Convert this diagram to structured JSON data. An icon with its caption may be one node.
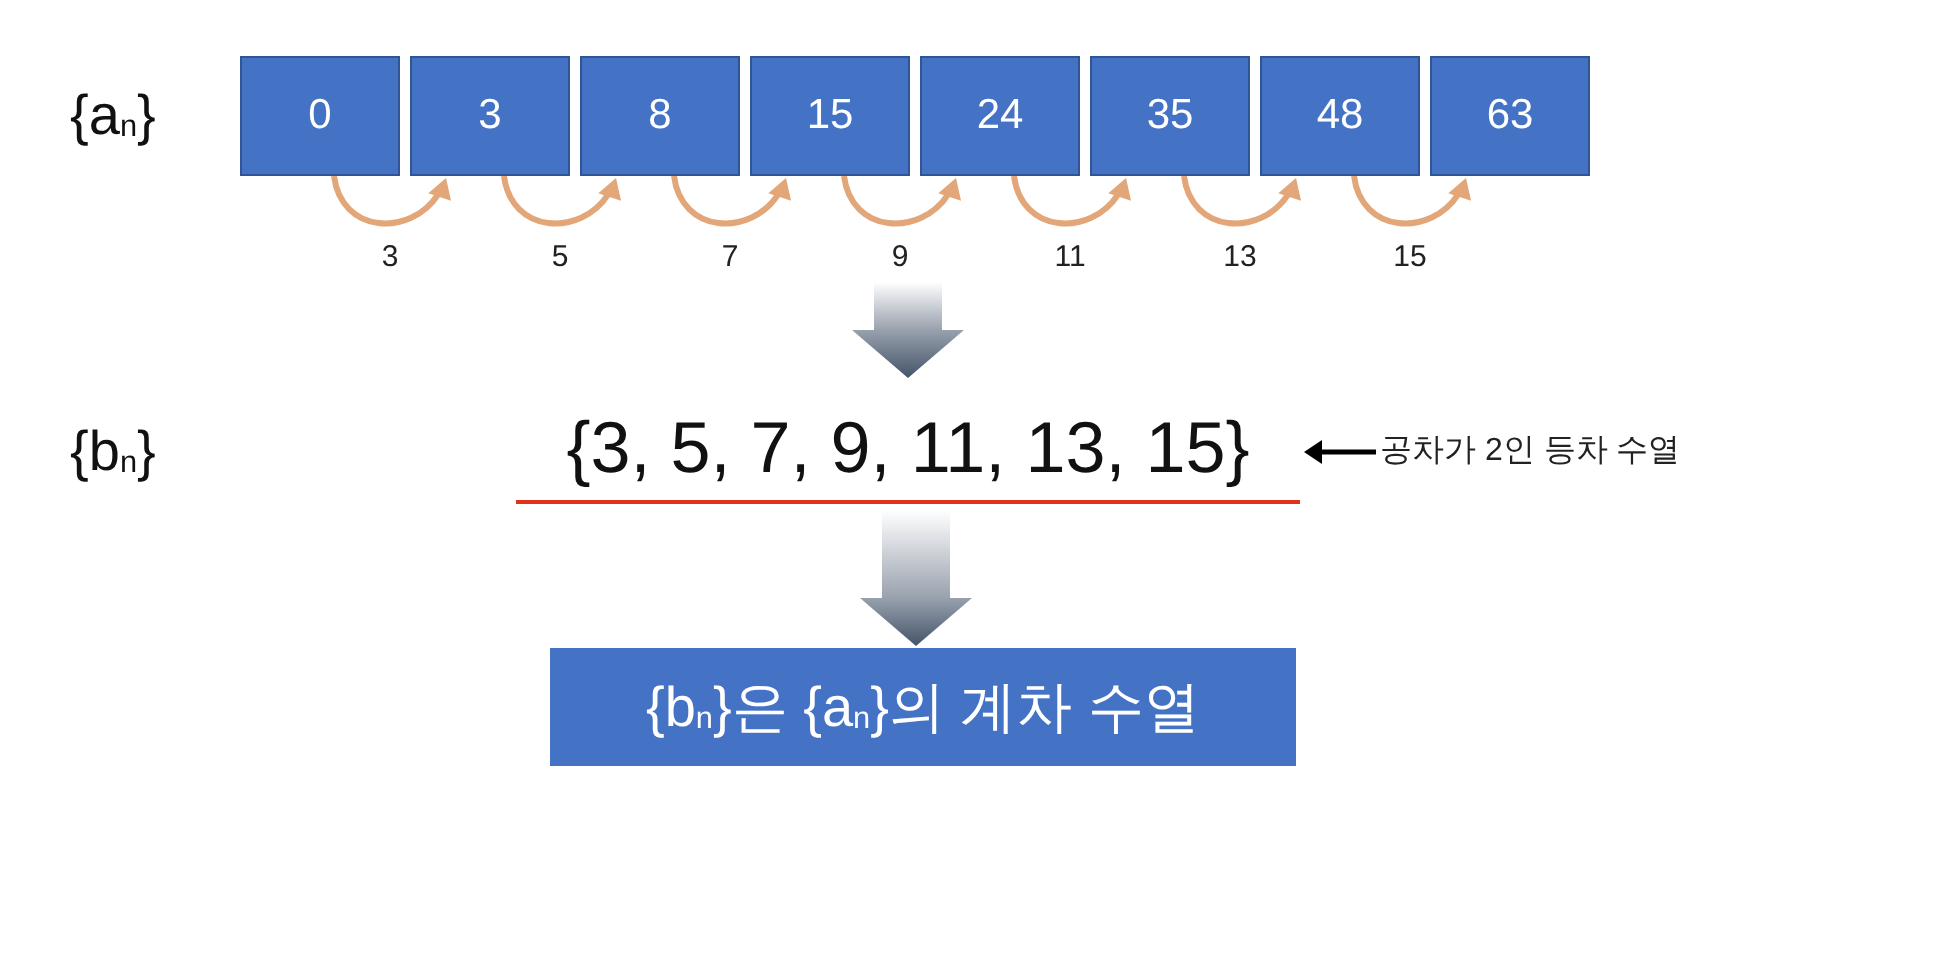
{
  "diagram": {
    "nodes": [
      {
        "text": [
          "0"
        ]
      },
      {
        "text": [
          "3"
        ]
      },
      {
        "text": [
          "8"
        ]
      },
      {
        "text": [
          "15"
        ]
      },
      {
        "text": [
          "24"
        ]
      },
      {
        "text": [
          "35"
        ]
      },
      {
        "text": [
          "48"
        ]
      },
      {
        "text": [
          "63"
        ]
      },
      {
        "text": [
          "{3, 5, 7, 9, 11, 13, 15}"
        ]
      },
      {
        "text": [
          "공차가 2인 등차 수열"
        ]
      },
      {
        "text": [
          "{b$_{n}$}은 {a$_{n}$}의 계차 수열"
        ]
      }
    ],
    "edges": [
      {
        "from": 0,
        "to": 1,
        "arrow": "to",
        "label": "3"
      },
      {
        "from": 1,
        "to": 2,
        "arrow": "to",
        "label": "5"
      },
      {
        "from": 2,
        "to": 3,
        "arrow": "to",
        "label": "7"
      },
      {
        "from": 3,
        "to": 4,
        "arrow": "to",
        "label": "9"
      },
      {
        "from": 4,
        "to": 5,
        "arrow": "to",
        "label": "11"
      },
      {
        "from": 5,
        "to": 6,
        "arrow": "to",
        "label": "13"
      },
      {
        "from": 6,
        "to": 7,
        "arrow": "to",
        "label": "15"
      },
      {
        "from": null,
        "to": 8,
        "arrow": "to",
        "style": "thick",
        "color": "#44546a"
      },
      {
        "from": 9,
        "to": 8,
        "arrow": "to",
        "color": "#000000"
      },
      {
        "from": 8,
        "to": 10,
        "arrow": "to",
        "style": "thick",
        "color": "#44546a"
      }
    ],
    "labels": [
      "{a$_{n}$}",
      "{b$_{n}$}"
    ]
  }
}
